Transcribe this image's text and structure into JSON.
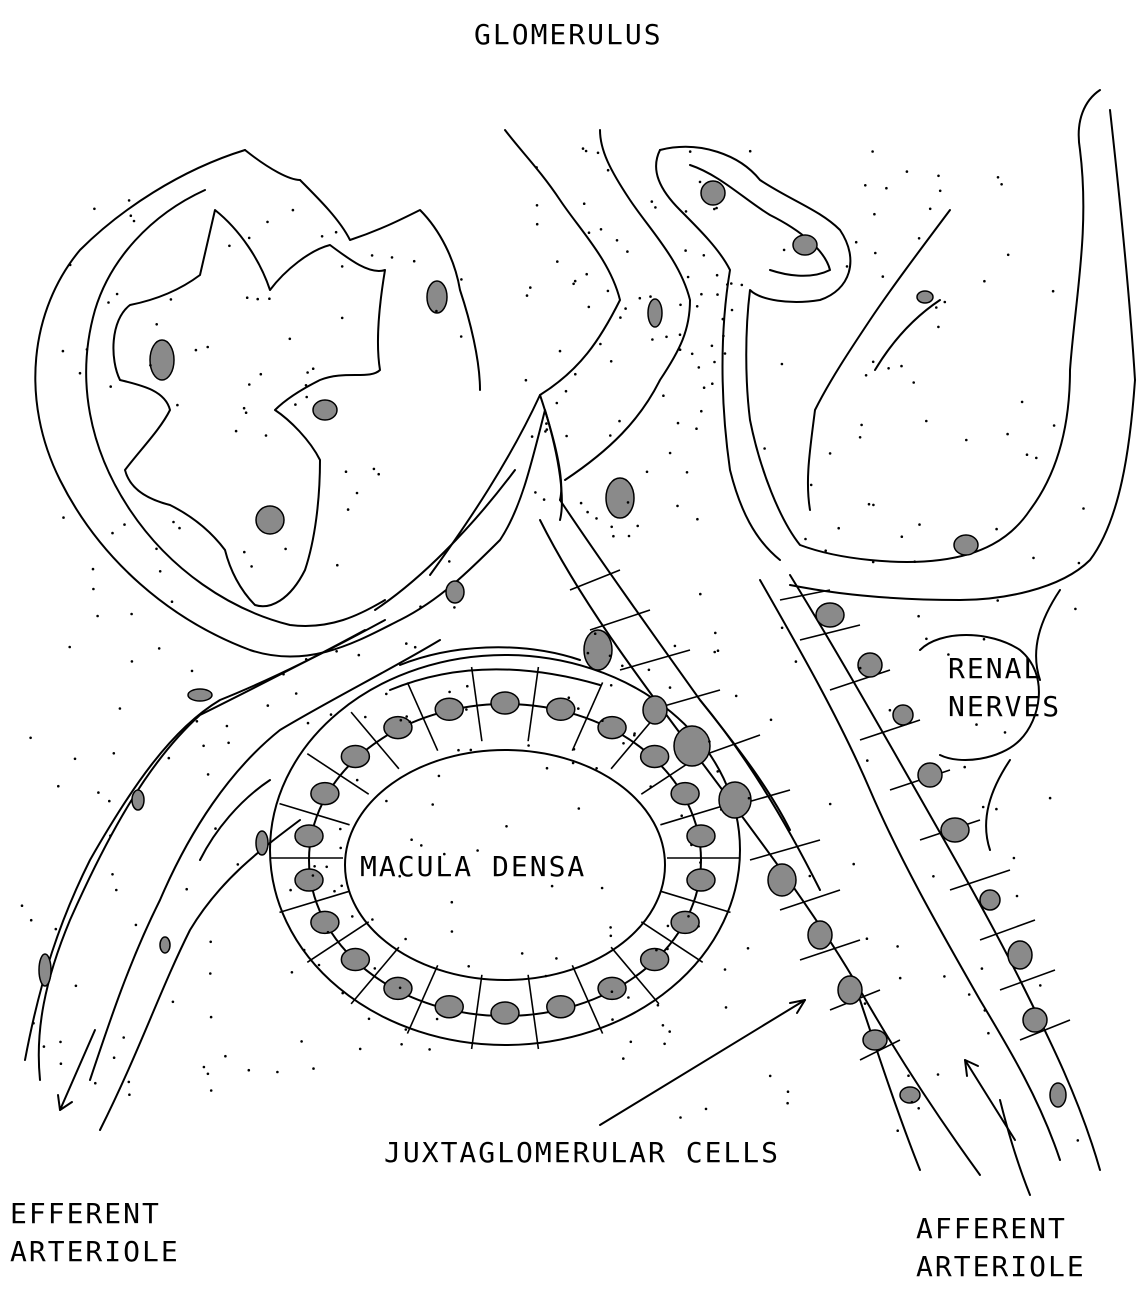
{
  "diagram": {
    "labels": {
      "glomerulus": "GLOMERULUS",
      "renal_nerves": "RENAL\nNERVES",
      "macula_densa": "MACULA DENSA",
      "juxtaglomerular_cells": "JUXTAGLOMERULAR CELLS",
      "efferent_arteriole": "EFFERENT\nARTERIOLE",
      "afferent_arteriole": "AFFERENT\nARTERIOLE"
    },
    "colors": {
      "line": "#000000",
      "nucleus": "#8a8a8a",
      "background": "#ffffff"
    }
  }
}
